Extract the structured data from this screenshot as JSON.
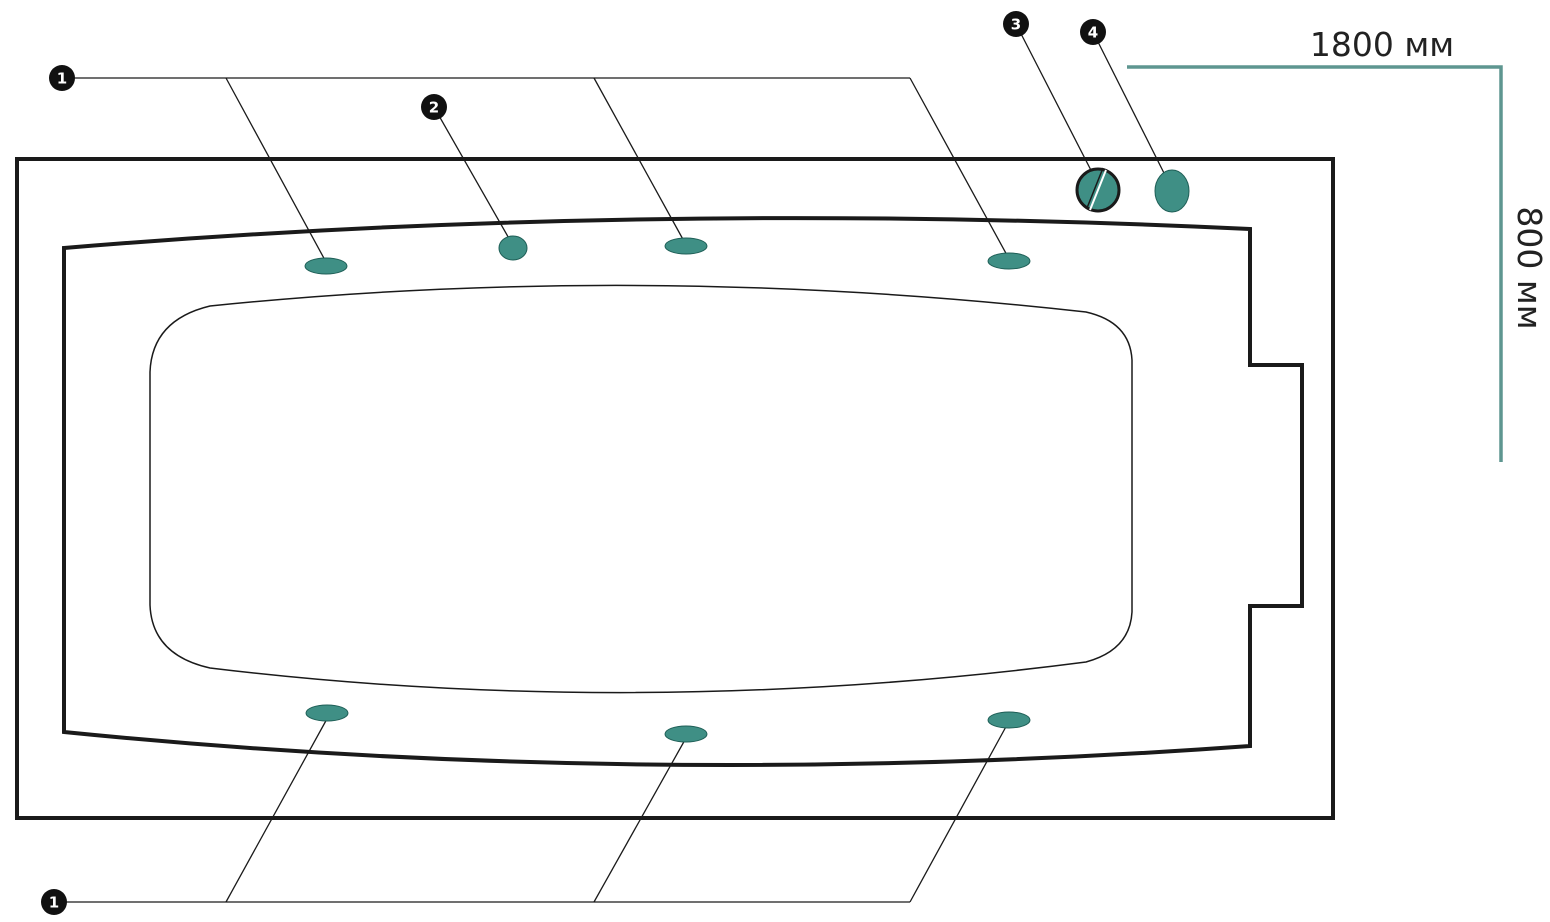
{
  "dimensions": {
    "length": "1800 мм",
    "width": "800 мм"
  },
  "callouts": {
    "jets_top": "1",
    "jets_bottom": "1",
    "jet_single": "2",
    "overflow": "3",
    "drain": "4"
  },
  "colors": {
    "outline": "#1a1a1a",
    "jet": "#3f8f85",
    "dimension_line": "#5e9690",
    "callout_bg": "#111111"
  }
}
